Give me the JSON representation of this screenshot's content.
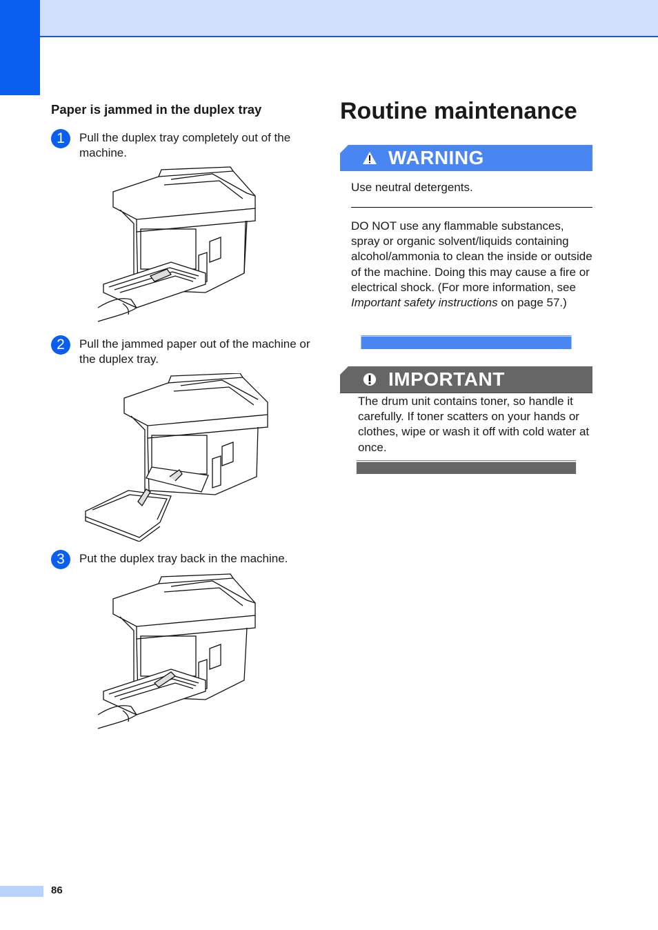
{
  "section": {
    "heading": "Paper is jammed in the duplex tray"
  },
  "steps": [
    {
      "number": "1",
      "text": "Pull the duplex tray completely out of the machine."
    },
    {
      "number": "2",
      "text": "Pull the jammed paper out of the machine or the duplex tray."
    },
    {
      "number": "3",
      "text": "Put the duplex tray back in the machine."
    }
  ],
  "main": {
    "title": "Routine maintenance"
  },
  "warning": {
    "label": "WARNING",
    "para1": "Use neutral detergents.",
    "para2_start": "DO NOT use any flammable substances, spray or organic solvent/liquids containing alcohol/ammonia to clean the inside or outside of the machine. Doing this may cause a fire or electrical shock. (For more information, see ",
    "para2_link": "Important safety instructions",
    "para2_end": " on page 57.)"
  },
  "important": {
    "label": "IMPORTANT",
    "text": "The drum unit contains toner, so handle it carefully. If toner scatters on your hands or clothes, wipe or wash it off with cold water at once."
  },
  "footer": {
    "page_number": "86"
  },
  "colors": {
    "brand_blue": "#0a5ef0",
    "header_band": "#cfe0fc",
    "important_gray": "#666666"
  }
}
